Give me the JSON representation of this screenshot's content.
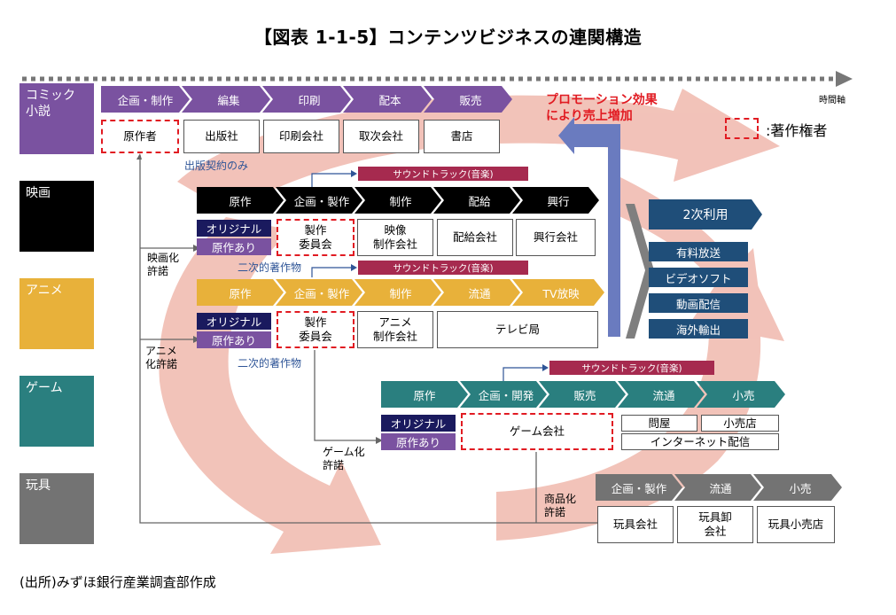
{
  "title": "【図表 1-1-5】コンテンツビジネスの連関構造",
  "time_axis": "時間軸",
  "source": "(出所)みずほ銀行産業調査部作成",
  "colors": {
    "comic": "#7a52a0",
    "film": "#000000",
    "anime": "#e8b13a",
    "game": "#2a7f7f",
    "toy": "#737373",
    "swirl": "#f0b8ad",
    "navy": "#1f4e79",
    "red": "#e11b22"
  },
  "categories": {
    "comic": "コミック\n小説",
    "film": "映画",
    "anime": "アニメ",
    "game": "ゲーム",
    "toy": "玩具"
  },
  "comic": {
    "steps": [
      "企画・制作",
      "編集",
      "印刷",
      "配本",
      "販売"
    ],
    "players": [
      "原作者",
      "出版社",
      "印刷会社",
      "取次会社",
      "書店"
    ],
    "note": "出版契約のみ"
  },
  "film": {
    "steps": [
      "原作",
      "企画・製作",
      "制作",
      "配給",
      "興行"
    ],
    "origin": [
      "オリジナル",
      "原作あり"
    ],
    "players": [
      "製作\n委員会",
      "映像\n制作会社",
      "配給会社",
      "興行会社"
    ],
    "license": "映画化\n許諾",
    "derivative": "二次的著作物",
    "soundtrack": "サウンドトラック(音楽)"
  },
  "anime": {
    "steps": [
      "原作",
      "企画・製作",
      "制作",
      "流通",
      "TV放映"
    ],
    "origin": [
      "オリジナル",
      "原作あり"
    ],
    "players": [
      "製作\n委員会",
      "アニメ\n制作会社",
      "テレビ局"
    ],
    "license": "アニメ\n化許諾",
    "derivative": "二次的著作物",
    "soundtrack": "サウンドトラック(音楽)"
  },
  "game": {
    "steps": [
      "原作",
      "企画・開発",
      "販売",
      "流通",
      "小売"
    ],
    "origin": [
      "オリジナル",
      "原作あり"
    ],
    "player": "ゲーム会社",
    "distribution": [
      "問屋",
      "小売店",
      "インターネット配信"
    ],
    "license": "ゲーム化\n許諾",
    "soundtrack": "サウンドトラック(音楽)"
  },
  "toy": {
    "steps": [
      "企画・製作",
      "流通",
      "小売"
    ],
    "players": [
      "玩具会社",
      "玩具卸\n会社",
      "玩具小売店"
    ],
    "license": "商品化\n許諾"
  },
  "promotion": "プロモーション効果\nにより売上増加",
  "legend": ":著作権者",
  "secondary": {
    "header": "2次利用",
    "items": [
      "有料放送",
      "ビデオソフト",
      "動画配信",
      "海外輸出"
    ]
  }
}
